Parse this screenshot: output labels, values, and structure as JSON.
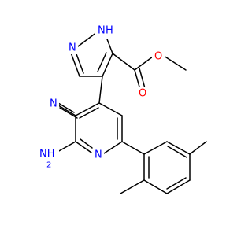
{
  "molecule": {
    "atoms": {
      "pyrazole_nh": {
        "label": "N",
        "h_label": "H",
        "element": "N"
      },
      "pyrazole_n": {
        "label": "N",
        "element": "N"
      },
      "ester_o_methoxy": {
        "label": "O",
        "element": "O"
      },
      "ester_o_carbonyl": {
        "label": "O",
        "element": "O"
      },
      "nitrile_n": {
        "label": "N",
        "element": "N"
      },
      "amine_n": {
        "label": "NH",
        "sub": "2",
        "element": "N"
      },
      "pyridine_n": {
        "label": "N",
        "element": "N"
      }
    }
  },
  "colors": {
    "nitrogen": "#0000ff",
    "oxygen": "#ff0000",
    "carbon": "#000000",
    "background": "#ffffff"
  }
}
